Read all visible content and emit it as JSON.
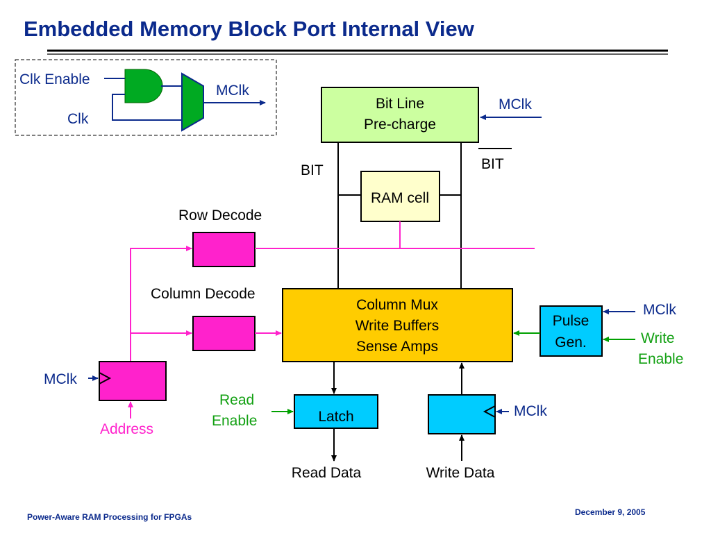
{
  "title": "Embedded Memory Block Port Internal View",
  "inset": {
    "clk_enable": "Clk Enable",
    "clk": "Clk",
    "mclk": "MClk"
  },
  "blocks": {
    "bitline_line1": "Bit Line",
    "bitline_line2": "Pre-charge",
    "ram_cell": "RAM cell",
    "colmux_line1": "Column Mux",
    "colmux_line2": "Write Buffers",
    "colmux_line3": "Sense Amps",
    "pulse_line1": "Pulse",
    "pulse_line2": "Gen.",
    "latch": "Latch"
  },
  "labels": {
    "bit": "BIT",
    "bit_bar": "BIT",
    "row_decode": "Row Decode",
    "column_decode": "Column Decode",
    "mclk_bitline": "MClk",
    "mclk_pulse": "MClk",
    "write_enable_line1": "Write",
    "write_enable_line2": "Enable",
    "mclk_address": "MClk",
    "address": "Address",
    "read_enable_line1": "Read",
    "read_enable_line2": "Enable",
    "mclk_write_reg": "MClk",
    "read_data": "Read Data",
    "write_data": "Write Data"
  },
  "footer": {
    "left": "Power-Aware RAM Processing for FPGAs",
    "right": "December 9, 2005"
  },
  "colors": {
    "title": "#0b2a8c",
    "bitline_fill": "#ccffa0",
    "ram_fill": "#ffffcc",
    "colmux_fill": "#ffcc00",
    "cyan_fill": "#00ccff",
    "magenta": "#ff22cc",
    "green": "#00a000",
    "blue": "#0b2a8c"
  }
}
